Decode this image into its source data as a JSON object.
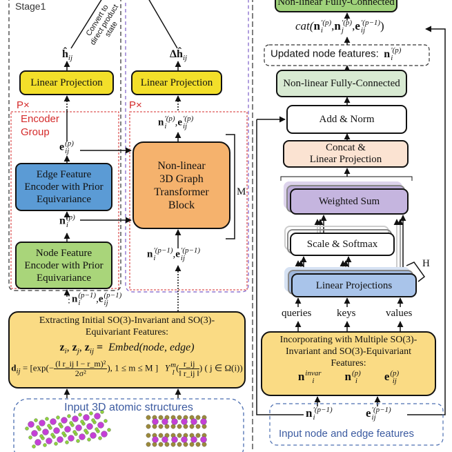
{
  "left_panel": {
    "stage_label": "Stage1",
    "convert_note": [
      "Convert to",
      "direct product",
      "state"
    ],
    "h_hat": {
      "base": "ĥ",
      "sub": "ij"
    },
    "delta_h_hat": {
      "base": "Δĥ",
      "sub": "ij"
    },
    "linear_projection_left": "Linear Projection",
    "linear_projection_mid": "Linear Projection",
    "repeat_left": "P×",
    "repeat_mid": "P×",
    "encoder_group": [
      "Encoder",
      "Group"
    ],
    "edge_feature_out": {
      "base": "e",
      "sup": "(p)",
      "sub": "ij"
    },
    "edge_encoder": [
      "Edge Feature",
      "Encoder with Prior",
      "Equivariance"
    ],
    "node_feature_out": {
      "base": "n",
      "sup": "(p)",
      "sub": "i"
    },
    "node_encoder": [
      "Node Feature",
      "Encoder with Prior",
      "Equivariance"
    ],
    "prev_features": {
      "n": "n",
      "n_sup": "(p−1)",
      "n_sub": "i",
      "sep": ",",
      "e": "e",
      "e_sup": "(p−1)",
      "e_sub": "ij"
    },
    "transformer_block": [
      "Non-linear",
      "3D Graph",
      "Transformer",
      "Block"
    ],
    "repeat_count": "M",
    "transformer_out": {
      "n": "n",
      "n_sup": "′(p)",
      "n_sub": "i",
      "sep": ",",
      "e": "e",
      "e_sup": "′(p)",
      "e_sub": "ij"
    },
    "transformer_in": {
      "n": "n",
      "n_sup": "′(p−1)",
      "n_sub": "i",
      "sep": ",",
      "e": "e",
      "e_sup": "′(p−1)",
      "e_sub": "ij"
    },
    "ellipsis": "⋮"
  },
  "initial_features": {
    "title": [
      "Extracting Initial SO(3)-Invariant and SO(3)-",
      "Equivariant Features:"
    ],
    "embed_lhs": {
      "z1": "z",
      "s1": "i",
      "z2": "z",
      "s2": "j",
      "z3": "z",
      "s3": "ij",
      "eq": "="
    },
    "embed_rhs": "Embed(node, edge)",
    "dist_lhs": {
      "base": "d",
      "sub": "ij",
      "eq": "= [exp(−"
    },
    "dist_num": "(‖ r_ij ‖ − r_m)²",
    "dist_den": "2σ²",
    "dist_tail": "), 1 ≤ m ≤ M ]",
    "sph_base": "Y",
    "sph_sup": "m",
    "sph_sub": "l",
    "sph_num": "r_ij",
    "sph_den": "‖ r_ij ‖",
    "sph_tail": ") ( j ∈ Ω(i))"
  },
  "input_structures": {
    "title": "Input 3D atomic structures",
    "colors": {
      "metal": "#c43fd6",
      "ligand_a": "#8fd43c",
      "ligand_b": "#9c8a3a"
    }
  },
  "right_panel": {
    "top_fc": "Non-linear Fully-Connected",
    "cat_expr": {
      "fn": "cat(",
      "n1": "n",
      "n1_sup": "′(p)",
      "n1_sub": "i",
      "n2": "n",
      "n2_sup": "′(p)",
      "n2_sub": "j",
      "e": "e",
      "e_sup": "′(p−1)",
      "e_sub": "ij",
      "close": ")"
    },
    "updated_nodes": {
      "label": "Updated node features:",
      "base": "n",
      "sup": "′(p)",
      "sub": "i"
    },
    "fc": "Non-linear Fully-Connected",
    "add_norm": "Add & Norm",
    "concat": [
      "Concat &",
      "Linear Projection"
    ],
    "weighted_sum": "Weighted Sum",
    "scale_softmax": "Scale & Softmax",
    "linear_projections": "Linear Projections",
    "heads": "H",
    "inputs": [
      "queries",
      "keys",
      "values"
    ],
    "incorporating": [
      "Incorporating with Multiple SO(3)-",
      "Invariant and SO(3)-Equivariant",
      "Features:"
    ],
    "feat_invar": {
      "base": "n",
      "sup": "invar",
      "sub": "i"
    },
    "feat_node": {
      "base": "n",
      "sup": "(p)",
      "sub": "i"
    },
    "feat_edge": {
      "base": "e",
      "sup": "(p)",
      "sub": "ij"
    },
    "in_node": {
      "base": "n",
      "sup": "′(p−1)",
      "sub": "i"
    },
    "in_edge": {
      "base": "e",
      "sup": "′(p−1)",
      "sub": "ij"
    },
    "input_box_title": "Input node and edge  features"
  },
  "colors": {
    "yellow": "#f3df2a",
    "edge_blue": "#5b9bd5",
    "node_green": "#a9d57a",
    "orange": "#f5b26d",
    "pale_yellow": "#fadb84",
    "light_green": "#d8ead2",
    "peach": "#fbe3d2",
    "purple": "#c5b5df",
    "lin_blue": "#a9c4ea",
    "fc_green": "#9fd27a"
  }
}
